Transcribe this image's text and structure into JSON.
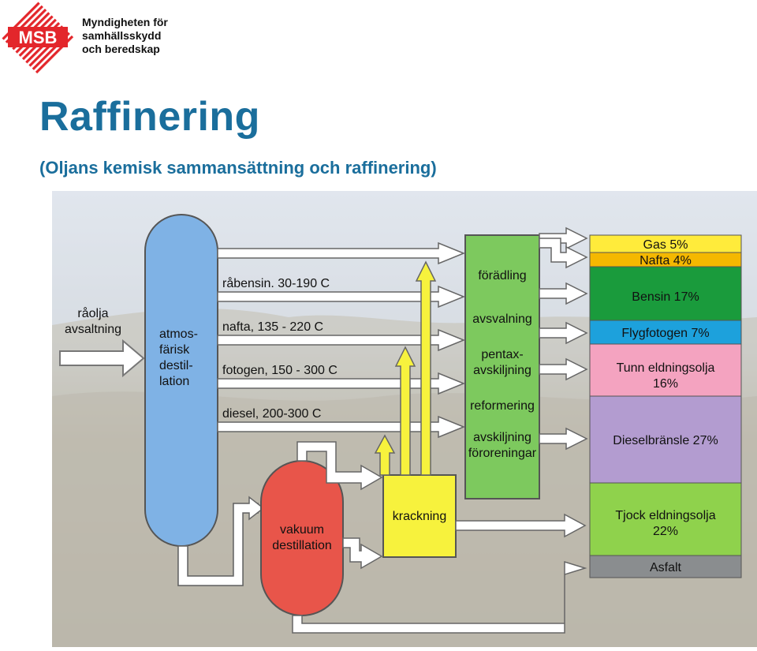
{
  "header": {
    "org_line1": "Myndigheten för",
    "org_line2": "samhällsskydd",
    "org_line3": "och beredskap",
    "logo_text": "MSB",
    "brand_color": "#e3262b",
    "title": "Raffinering",
    "subtitle": "(Oljans kemisk sammansättning och raffinering)",
    "title_color": "#1a6e9c"
  },
  "diagram": {
    "input_label_1": "råolja",
    "input_label_2": "avsaltning",
    "column_label": [
      "atmos-",
      "färisk",
      "destil-",
      "lation"
    ],
    "fractions": [
      "råbensin. 30-190  C",
      "nafta, 135 - 220  C",
      "fotogen, 150 - 300  C",
      "diesel, 200-300  C"
    ],
    "vacuum_label": [
      "vakuum",
      "destillation"
    ],
    "cracking_label": "krackning",
    "processes": [
      "förädling",
      "avsvalning",
      "pentax-",
      "avskiljning",
      "reformering",
      "avskiljning",
      "föroreningar"
    ],
    "products": [
      {
        "label": "Gas 5%",
        "color": "#ffeb3b"
      },
      {
        "label": "Nafta 4%",
        "color": "#f5b800"
      },
      {
        "label": "Bensin 17%",
        "color": "#1a9b3c"
      },
      {
        "label": "Flygfotogen 7%",
        "color": "#1da1dc"
      },
      {
        "label": "Tunn eldningsolja",
        "label2": "16%",
        "color": "#f4a3c0"
      },
      {
        "label": "Dieselbränsle 27%",
        "color": "#b39cd0"
      },
      {
        "label": "Tjock eldningsolja",
        "label2": "22%",
        "color": "#8fd24c"
      },
      {
        "label": "Asfalt",
        "color": "#8a8d8f"
      }
    ],
    "colors": {
      "column": "#7fb2e5",
      "vacuum": "#e8554a",
      "cracking": "#f7f23d",
      "process_box": "#7dc95e"
    }
  }
}
